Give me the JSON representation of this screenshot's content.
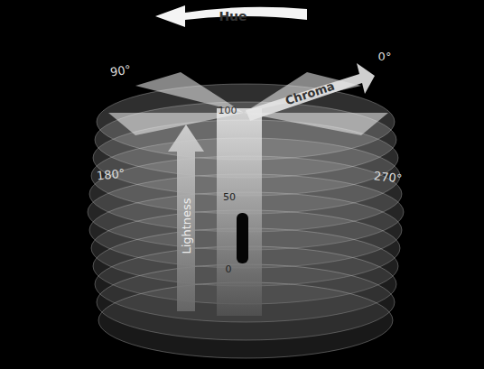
{
  "diagram": {
    "labels": [
      "Hue",
      "Chroma",
      "Lightness",
      "90°",
      "0°",
      "180°",
      "270°",
      "100",
      "50",
      "0"
    ]
  }
}
